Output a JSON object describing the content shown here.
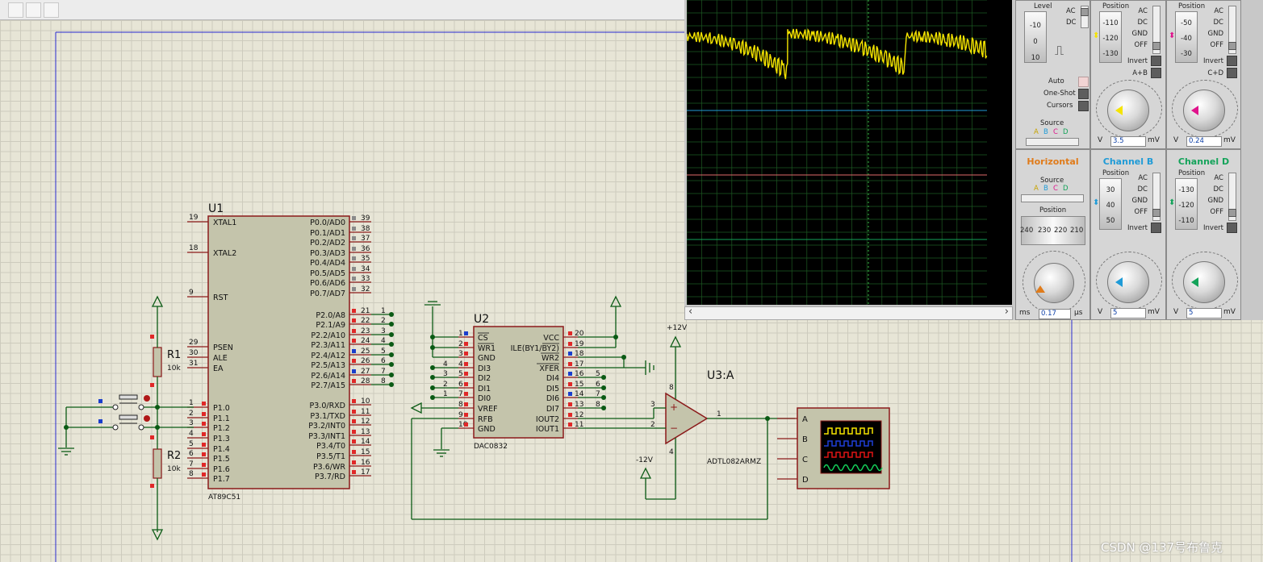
{
  "schematic": {
    "u1": {
      "ref": "U1",
      "part": "AT89C51",
      "left_pins": [
        {
          "num": "19",
          "name": "XTAL1"
        },
        {
          "num": "18",
          "name": "XTAL2"
        },
        {
          "num": "9",
          "name": "RST"
        },
        {
          "num": "29",
          "name": "PSEN"
        },
        {
          "num": "30",
          "name": "ALE"
        },
        {
          "num": "31",
          "name": "EA"
        },
        {
          "num": "1",
          "name": "P1.0"
        },
        {
          "num": "2",
          "name": "P1.1"
        },
        {
          "num": "3",
          "name": "P1.2"
        },
        {
          "num": "4",
          "name": "P1.3"
        },
        {
          "num": "5",
          "name": "P1.4"
        },
        {
          "num": "6",
          "name": "P1.5"
        },
        {
          "num": "7",
          "name": "P1.6"
        },
        {
          "num": "8",
          "name": "P1.7"
        }
      ],
      "right_pins": [
        {
          "num": "39",
          "name": "P0.0/AD0"
        },
        {
          "num": "38",
          "name": "P0.1/AD1"
        },
        {
          "num": "37",
          "name": "P0.2/AD2"
        },
        {
          "num": "36",
          "name": "P0.3/AD3"
        },
        {
          "num": "35",
          "name": "P0.4/AD4"
        },
        {
          "num": "34",
          "name": "P0.5/AD5"
        },
        {
          "num": "33",
          "name": "P0.6/AD6"
        },
        {
          "num": "32",
          "name": "P0.7/AD7"
        },
        {
          "num": "21",
          "name": "P2.0/A8"
        },
        {
          "num": "22",
          "name": "P2.1/A9"
        },
        {
          "num": "23",
          "name": "P2.2/A10"
        },
        {
          "num": "24",
          "name": "P2.3/A11"
        },
        {
          "num": "25",
          "name": "P2.4/A12"
        },
        {
          "num": "26",
          "name": "P2.5/A13"
        },
        {
          "num": "27",
          "name": "P2.6/A14"
        },
        {
          "num": "28",
          "name": "P2.7/A15"
        },
        {
          "num": "10",
          "name": "P3.0/RXD"
        },
        {
          "num": "11",
          "name": "P3.1/TXD"
        },
        {
          "num": "12",
          "name": "P3.2/INT0"
        },
        {
          "num": "13",
          "name": "P3.3/INT1"
        },
        {
          "num": "14",
          "name": "P3.4/T0"
        },
        {
          "num": "15",
          "name": "P3.5/T1"
        },
        {
          "num": "16",
          "name": "P3.6/WR"
        },
        {
          "num": "17",
          "name": "P3.7/RD"
        }
      ],
      "bus_labels": [
        "1",
        "2",
        "3",
        "4",
        "5",
        "6",
        "7",
        "8"
      ]
    },
    "r1": {
      "ref": "R1",
      "value": "10k"
    },
    "r2": {
      "ref": "R2",
      "value": "10k"
    },
    "u2": {
      "ref": "U2",
      "part": "DAC0832",
      "left_pins": [
        {
          "num": "1",
          "name": "CS"
        },
        {
          "num": "2",
          "name": "WR1"
        },
        {
          "num": "3",
          "name": "GND"
        },
        {
          "num": "4",
          "name": "DI3"
        },
        {
          "num": "5",
          "name": "DI2"
        },
        {
          "num": "6",
          "name": "DI1"
        },
        {
          "num": "7",
          "name": "DI0"
        },
        {
          "num": "8",
          "name": "VREF"
        },
        {
          "num": "9",
          "name": "RFB"
        },
        {
          "num": "10",
          "name": "GND"
        }
      ],
      "right_pins": [
        {
          "num": "20",
          "name": "VCC"
        },
        {
          "num": "19",
          "name": "ILE(BY1/BY2)"
        },
        {
          "num": "18",
          "name": "WR2"
        },
        {
          "num": "17",
          "name": "XFER"
        },
        {
          "num": "16",
          "name": "DI4"
        },
        {
          "num": "15",
          "name": "DI5"
        },
        {
          "num": "14",
          "name": "DI6"
        },
        {
          "num": "13",
          "name": "DI7"
        },
        {
          "num": "12",
          "name": "IOUT2"
        },
        {
          "num": "11",
          "name": "IOUT1"
        }
      ],
      "left_bus": [
        "4",
        "3",
        "2",
        "1"
      ],
      "right_bus": [
        "5",
        "6",
        "7",
        "8"
      ]
    },
    "u3": {
      "ref": "U3:A",
      "part": "ADTL082ARMZ",
      "vplus": "+12V",
      "vminus": "-12V",
      "pins": {
        "plus": "3",
        "minus": "2",
        "out": "1",
        "v8": "8",
        "v4": "4"
      },
      "plus_sign": "+",
      "minus_sign": "−"
    },
    "scope_probe": {
      "channels": [
        "A",
        "B",
        "C",
        "D"
      ]
    }
  },
  "oscilloscope": {
    "channel_a": {
      "level_label": "Level",
      "ticks": [
        "-10",
        "0",
        "10"
      ],
      "coupling": [
        "AC",
        "DC"
      ],
      "trigger": [
        "Auto",
        "One-Shot",
        "Cursors"
      ],
      "source_label": "Source",
      "source_letters": [
        "A",
        "B",
        "C",
        "D"
      ]
    },
    "position_a": {
      "label": "Position",
      "ticks": [
        "-110",
        "-120",
        "-130"
      ],
      "coupling": [
        "AC",
        "DC",
        "GND",
        "OFF"
      ],
      "invert": "Invert",
      "combine": "A+B",
      "scale": [
        "0.5",
        "1",
        "0.2",
        "2",
        "0.1",
        "5",
        "50m",
        "10",
        "20m",
        "20",
        "10m",
        "V",
        "mV"
      ],
      "readout": "3.5",
      "unit_left": "V",
      "unit_right": "mV"
    },
    "position_c": {
      "label": "Position",
      "ticks": [
        "-50",
        "-40",
        "-30"
      ],
      "coupling": [
        "AC",
        "DC",
        "GND",
        "OFF"
      ],
      "invert": "Invert",
      "combine": "C+D",
      "scale": [
        "0.5",
        "1",
        "0.2",
        "2",
        "0.1",
        "5",
        "50m",
        "10",
        "20m",
        "20",
        "10m",
        "V",
        "mV"
      ],
      "readout": "0.24",
      "unit_left": "V",
      "unit_right": "mV"
    },
    "horizontal": {
      "title": "Horizontal",
      "source_label": "Source",
      "source_letters": [
        "A",
        "B",
        "C",
        "D"
      ],
      "position_label": "Position",
      "ticks": [
        "240",
        "230",
        "220",
        "210"
      ],
      "scale": [
        "0.5",
        "0.2",
        "1",
        "0.1",
        "2",
        "50",
        "5",
        "20",
        "10",
        "10",
        "20",
        "5",
        "50",
        "2",
        "100",
        "1",
        "200",
        "0.5"
      ],
      "readout": "0.17",
      "unit_left": "ms",
      "unit_right": "μs"
    },
    "channel_b": {
      "title": "Channel B",
      "label": "Position",
      "ticks": [
        "30",
        "40",
        "50"
      ],
      "coupling": [
        "AC",
        "DC",
        "GND",
        "OFF"
      ],
      "invert": "Invert",
      "scale": [
        "0.5",
        "1",
        "0.2",
        "2",
        "0.1",
        "5",
        "50m",
        "10",
        "20m",
        "20",
        "10m",
        "V",
        "mV"
      ],
      "readout": "5",
      "unit_left": "V",
      "unit_right": "mV"
    },
    "channel_d": {
      "title": "Channel D",
      "label": "Position",
      "ticks": [
        "-130",
        "-120",
        "-110"
      ],
      "coupling": [
        "AC",
        "DC",
        "GND",
        "OFF"
      ],
      "invert": "Invert",
      "scale": [
        "0.5",
        "1",
        "0.2",
        "2",
        "0.1",
        "5",
        "50m",
        "10",
        "20m",
        "20",
        "10m",
        "V",
        "mV"
      ],
      "readout": "5",
      "unit_left": "V",
      "unit_right": "mV"
    },
    "colors": {
      "a": "#f5e400",
      "b": "#1f9bd7",
      "c": "#e0148c",
      "d": "#14a35a",
      "horizontal": "#e07b1a"
    }
  },
  "watermark": "CSDN @137号布鲁克"
}
